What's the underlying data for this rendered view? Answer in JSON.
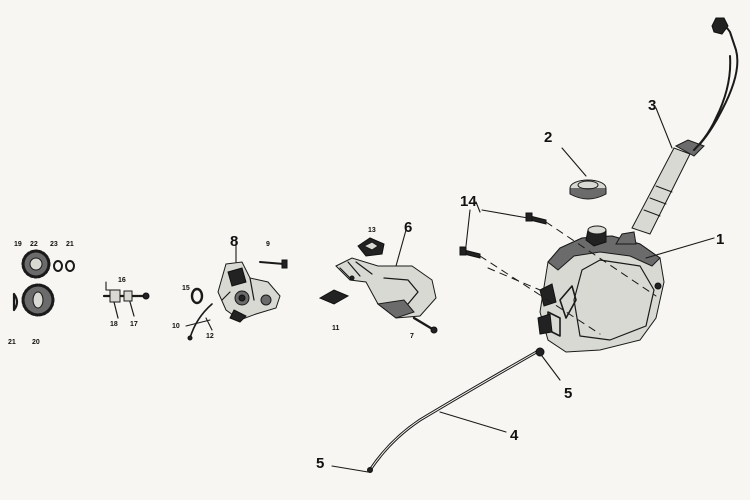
{
  "labels": {
    "l1": "1",
    "l2": "2",
    "l3": "3",
    "l4": "4",
    "l5a": "5",
    "l5b": "5",
    "l6": "6",
    "l7": "7",
    "l8": "8",
    "l9": "9",
    "l10": "10",
    "l11": "11",
    "l12": "12",
    "l13": "13",
    "l14": "14",
    "l15": "15",
    "l16": "16",
    "l17": "17",
    "l18": "18",
    "l19": "19",
    "l20": "20",
    "l21a": "21",
    "l21b": "21",
    "l22": "22",
    "l23": "23"
  },
  "colors": {
    "ink": "#1a1a1a",
    "paper": "#f7f6f2"
  }
}
